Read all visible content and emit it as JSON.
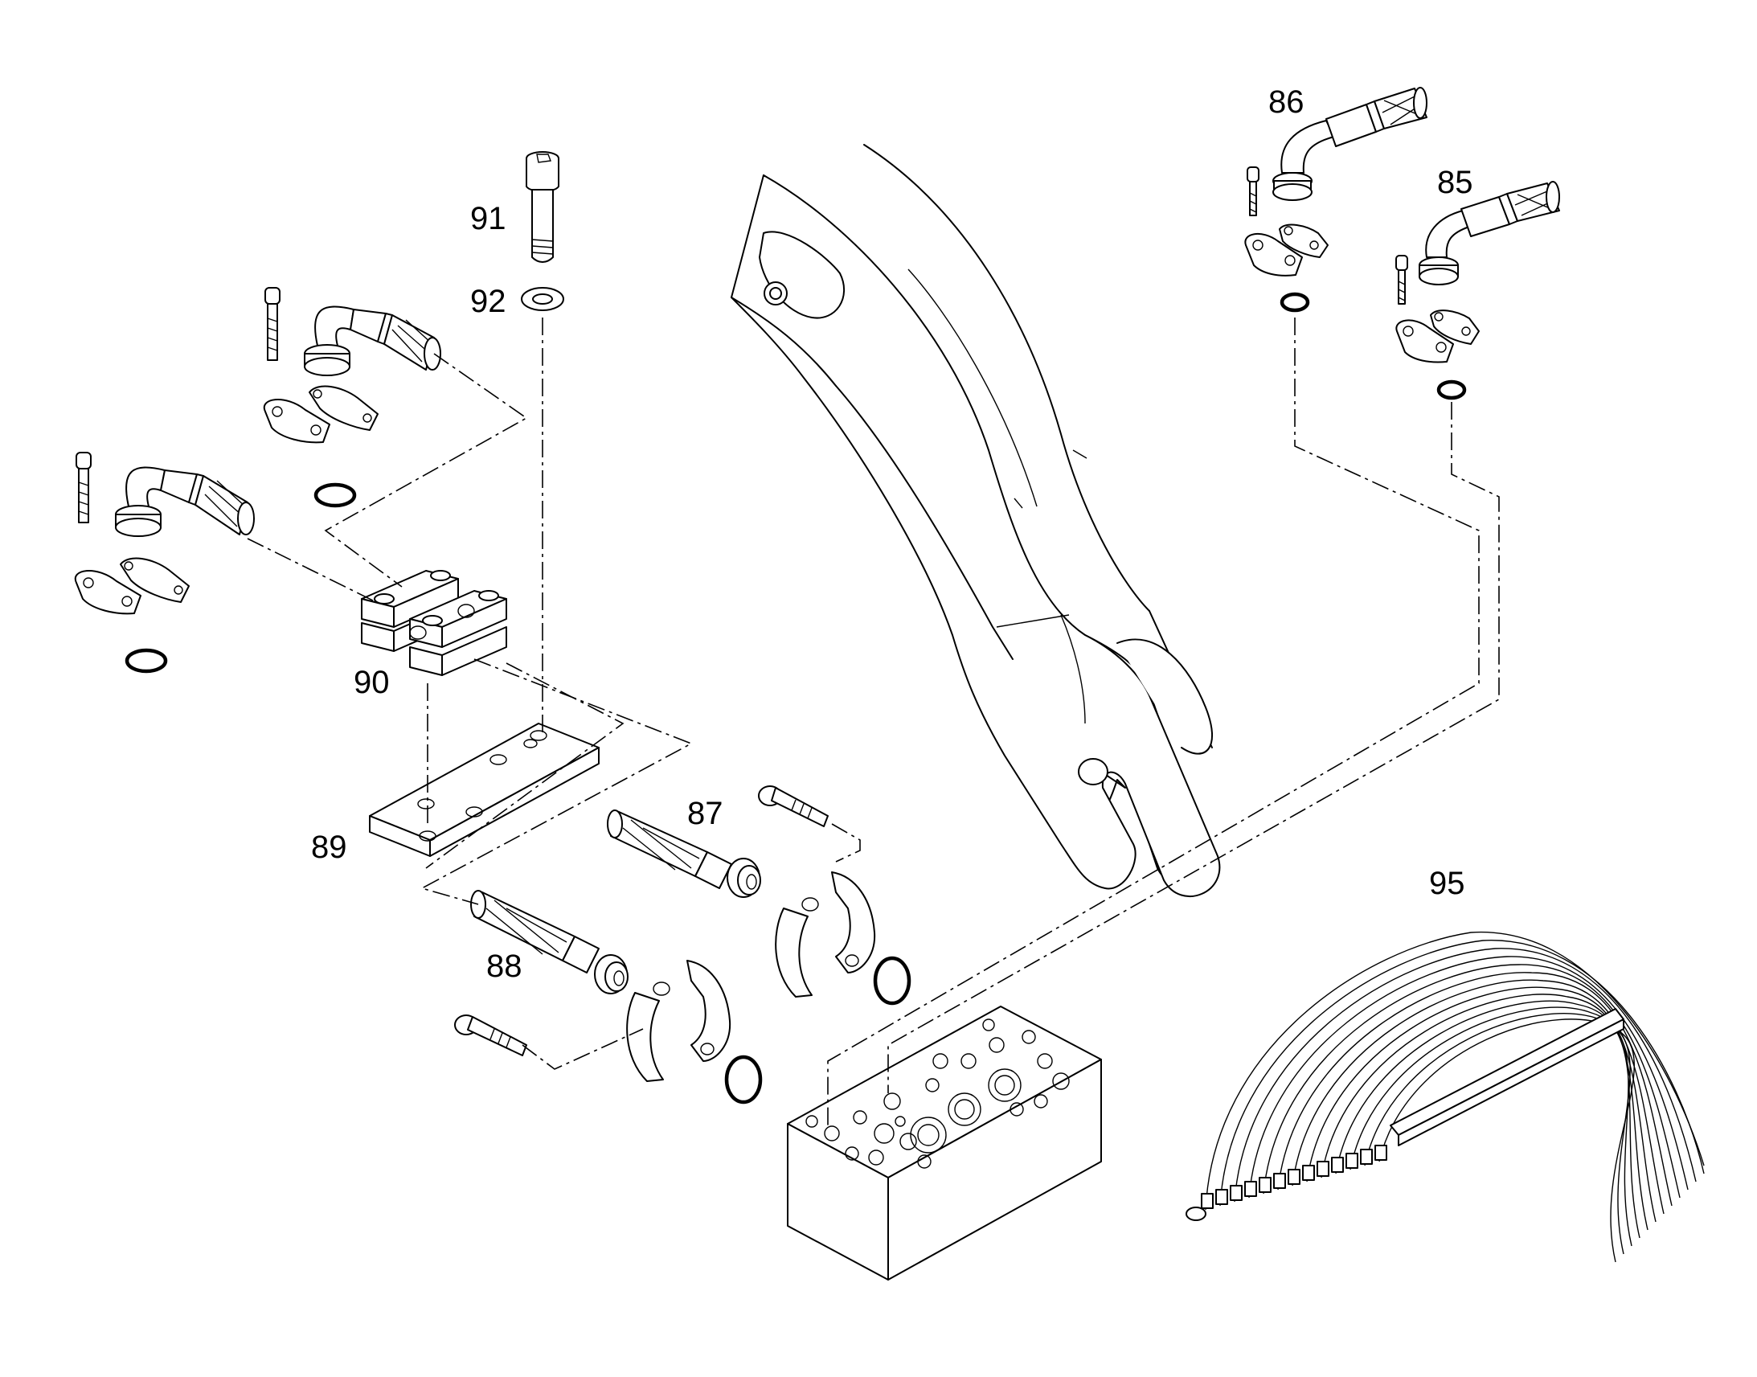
{
  "diagram": {
    "callouts": [
      {
        "id": "85",
        "label": "85"
      },
      {
        "id": "86",
        "label": "86"
      },
      {
        "id": "87",
        "label": "87"
      },
      {
        "id": "88",
        "label": "88"
      },
      {
        "id": "89",
        "label": "89"
      },
      {
        "id": "90",
        "label": "90"
      },
      {
        "id": "91",
        "label": "91"
      },
      {
        "id": "92",
        "label": "92"
      },
      {
        "id": "95",
        "label": "95"
      }
    ],
    "colors": {
      "line": "#000000",
      "background": "#ffffff"
    }
  }
}
